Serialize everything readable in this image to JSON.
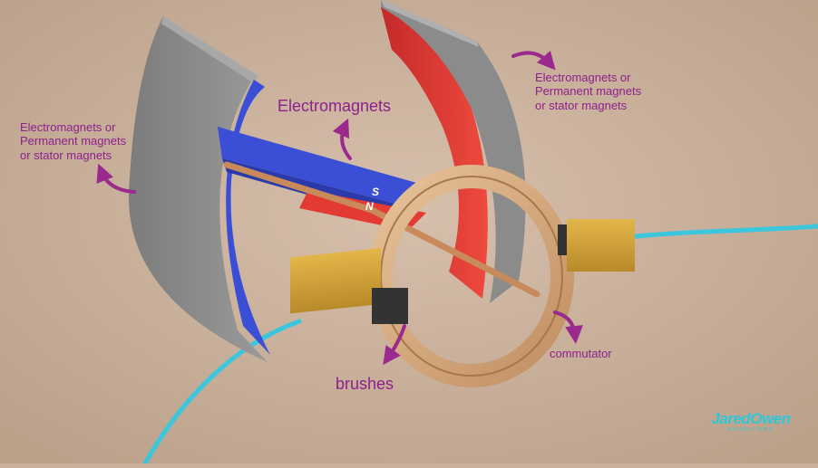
{
  "labels": {
    "stator_left": [
      "Electromagnets or",
      "Permanent magnets",
      "or stator magnets"
    ],
    "stator_right": [
      "Electromagnets or",
      "Permanent magnets",
      "or stator magnets"
    ],
    "rotor": "Electromagnets",
    "brushes": "brushes",
    "commutator": "commutator",
    "pole_s": "S",
    "pole_n": "N"
  },
  "logo": {
    "main": "JaredOwen",
    "sub": "ANIMATIONS"
  },
  "colors": {
    "background": "#c9b09a",
    "label": "#8e1f8c",
    "arrow": "#9b2a8f",
    "stator_outer": "#8b8b8b",
    "rotor_blue": "#3a4fd6",
    "rotor_red": "#e33a33",
    "commutator": "#d9a97a",
    "brush": "#d7a53a",
    "wire": "#3cc6dc",
    "logo": "#2ec7d8"
  }
}
